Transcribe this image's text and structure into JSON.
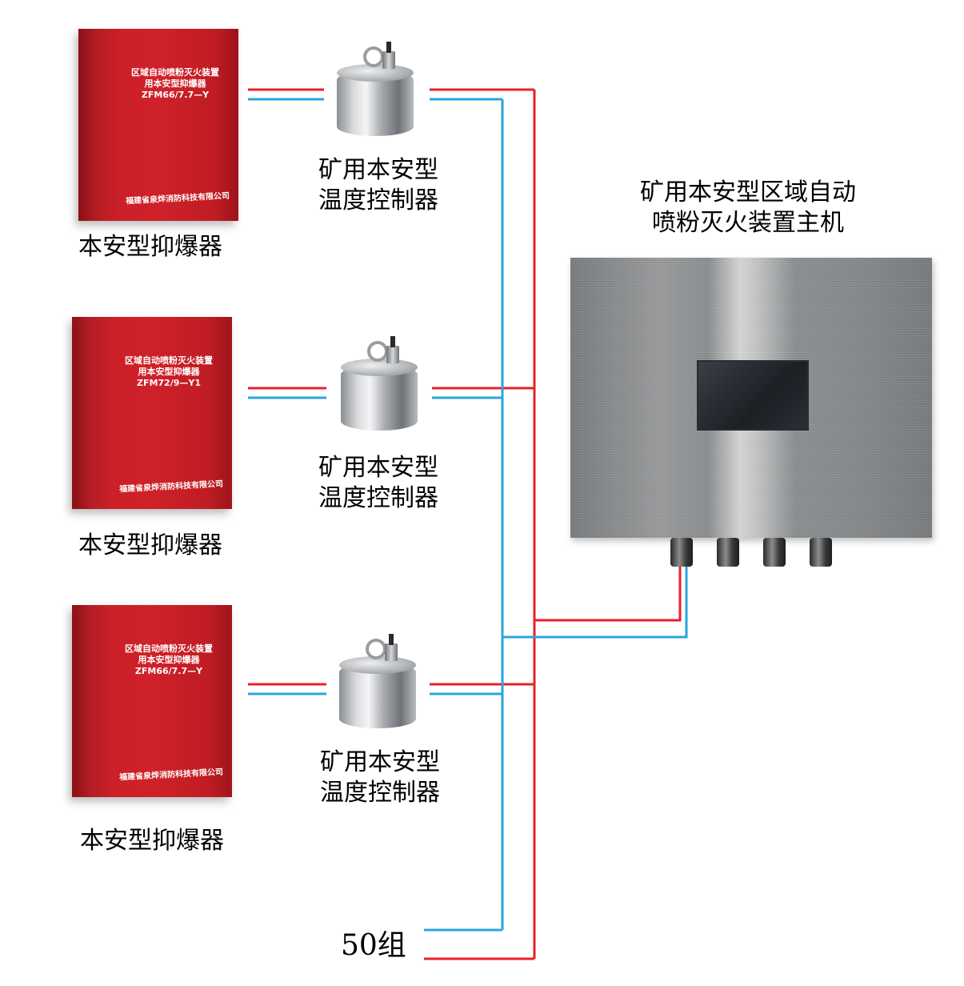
{
  "diagram": {
    "suppressors": [
      {
        "plate": [
          "区域自动喷粉灭火装置",
          "用本安型抑爆器",
          "ZFM66/7.7—Y"
        ],
        "maker": "福建省泉烨消防科技有限公司",
        "caption": "本安型抑爆器"
      },
      {
        "plate": [
          "区域自动喷粉灭火装置",
          "用本安型抑爆器",
          "ZFM72/9—Y1"
        ],
        "maker": "福建省泉烨消防科技有限公司",
        "caption": "本安型抑爆器"
      },
      {
        "plate": [
          "区域自动喷粉灭火装置",
          "用本安型抑爆器",
          "ZFM66/7.7—Y"
        ],
        "maker": "福建省泉烨消防科技有限公司",
        "caption": "本安型抑爆器"
      }
    ],
    "controllers": [
      {
        "caption": [
          "矿用本安型",
          "温度控制器"
        ]
      },
      {
        "caption": [
          "矿用本安型",
          "温度控制器"
        ]
      },
      {
        "caption": [
          "矿用本安型",
          "温度控制器"
        ]
      }
    ],
    "host": {
      "caption": [
        "矿用本安型区域自动",
        "喷粉灭火装置主机"
      ]
    },
    "group_label": "50组",
    "colors": {
      "wire_red": "#e8202a",
      "wire_blue": "#2aa6dc",
      "suppressor_red": "#cf2129"
    }
  }
}
